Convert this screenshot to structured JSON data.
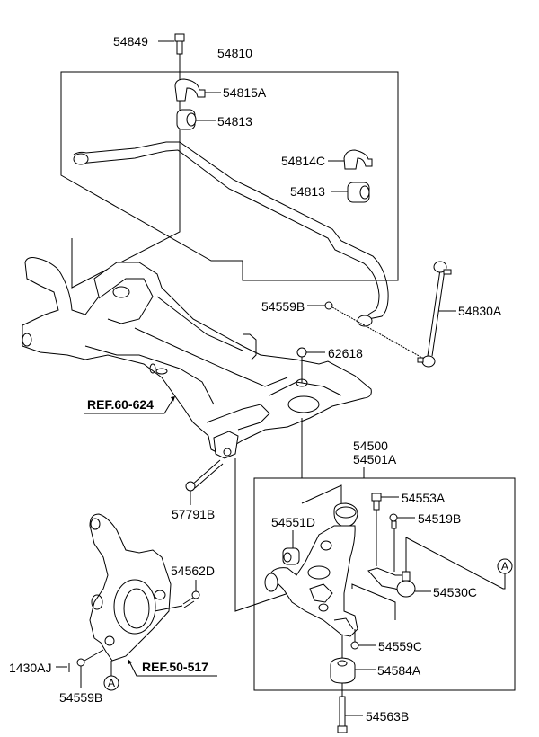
{
  "diagram": {
    "title": "Front Suspension Crossmember, Stabilizer Bar & Lower Arm",
    "parts": {
      "p54849": "54849",
      "p54810": "54810",
      "p54815A": "54815A",
      "p54813_upper": "54813",
      "p54814C": "54814C",
      "p54813_lower": "54813",
      "p54559B_upper": "54559B",
      "p54830A": "54830A",
      "p62618": "62618",
      "p57791B": "57791B",
      "p54500": "54500",
      "p54501A": "54501A",
      "p54553A": "54553A",
      "p54519B": "54519B",
      "p54551D": "54551D",
      "p54530C": "54530C",
      "p54562D": "54562D",
      "p54559C": "54559C",
      "p54584A": "54584A",
      "p1430AJ": "1430AJ",
      "p54559B_lower": "54559B",
      "p54563B": "54563B"
    },
    "references": {
      "ref_crossmember": "REF.60-624",
      "ref_knuckle": "REF.50-517"
    },
    "connectors": {
      "marker_right": "A",
      "marker_knuckle": "A"
    }
  }
}
